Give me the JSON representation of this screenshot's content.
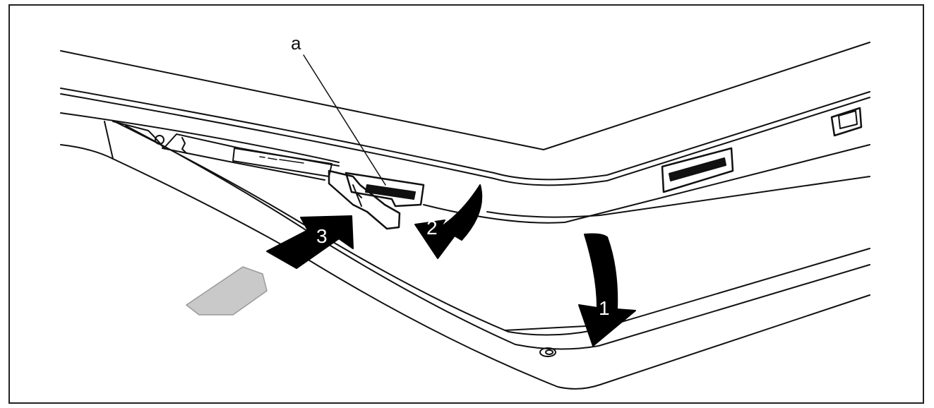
{
  "figure": {
    "callouts": {
      "a": "a"
    },
    "steps": [
      {
        "label": "1"
      },
      {
        "label": "2"
      },
      {
        "label": "3"
      }
    ],
    "colors": {
      "line": "#111111",
      "arrow": "#000000",
      "sim_card": "#c9c9c9",
      "background": "#ffffff"
    }
  }
}
